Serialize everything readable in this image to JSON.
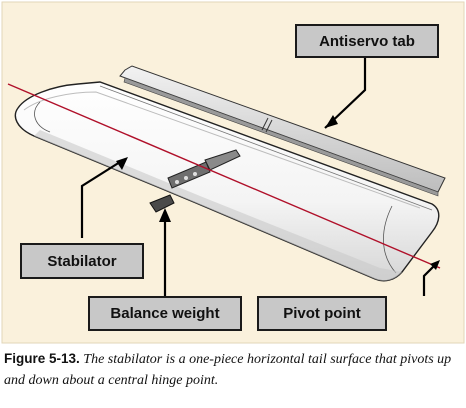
{
  "labels": {
    "antiservo_tab": "Antiservo tab",
    "stabilator": "Stabilator",
    "balance_weight": "Balance weight",
    "pivot_point": "Pivot point"
  },
  "caption": {
    "label": "Figure 5-13.",
    "text": "The stabilator is a one-piece horizontal tail surface that pivots up and down about a central hinge point."
  },
  "colors": {
    "background": "#faf1dc",
    "pivot_line": "#b0102a",
    "label_fill": "#c8c8c8"
  }
}
